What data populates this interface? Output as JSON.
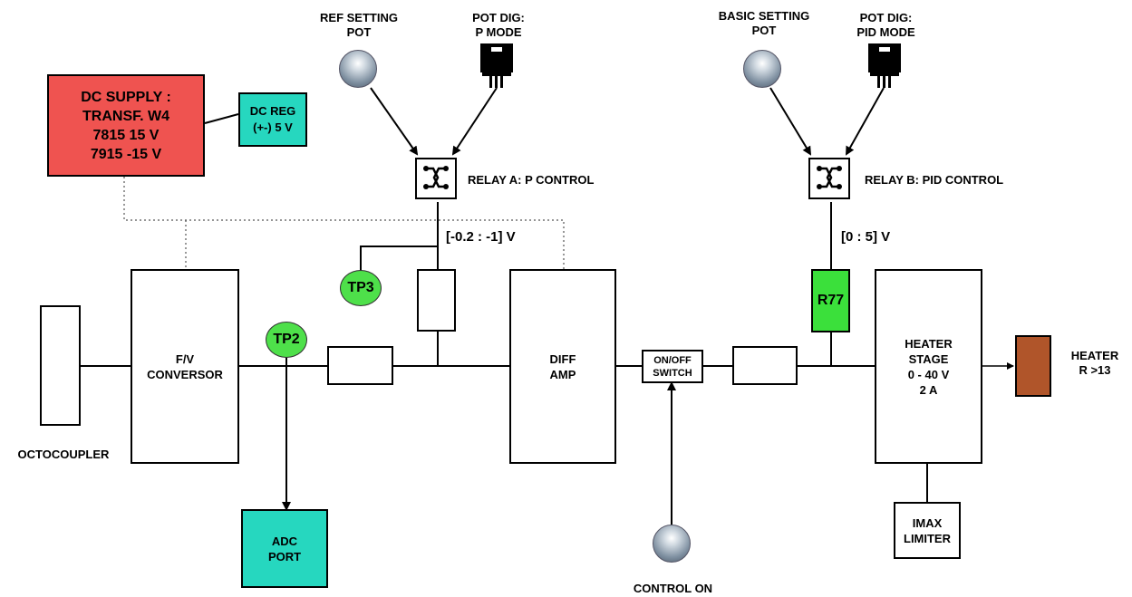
{
  "dc_supply": {
    "lines": "DC SUPPLY :\nTRANSF. W4\n7815   15 V\n7915  -15 V",
    "color": "#ef5350"
  },
  "dc_reg": {
    "lines": "DC REG\n(+-) 5 V",
    "color": "#26d7bf"
  },
  "ref_pot_label": "REF SETTING\nPOT",
  "pot_dig_p_label": "POT DIG:\nP MODE",
  "relay_a_label": "RELAY A: P CONTROL",
  "basic_pot_label": "BASIC SETTING\nPOT",
  "pot_dig_pid_label": "POT DIG:\nPID MODE",
  "relay_b_label": "RELAY B: PID CONTROL",
  "voltage_a": "[-0.2 : -1] V",
  "voltage_b": "[0 : 5] V",
  "tp3": "TP3",
  "tp2": "TP2",
  "r77": {
    "label": "R77",
    "color": "#3be03b"
  },
  "octocoupler_label": "OCTOCOUPLER",
  "fv_conversor": "F/V\nCONVERSOR",
  "diff_amp": "DIFF\nAMP",
  "onoff_switch": "ON/OFF\nSWITCH",
  "heater_stage": "HEATER\nSTAGE\n0 - 40 V\n2 A",
  "heater_label": "HEATER\nR >13",
  "heater_color": "#b0552a",
  "adc_port": "ADC\nPORT",
  "imax_limiter": "IMAX\nLIMITER",
  "control_on_label": "CONTROL ON",
  "testpoint_color": "#4ee04a"
}
